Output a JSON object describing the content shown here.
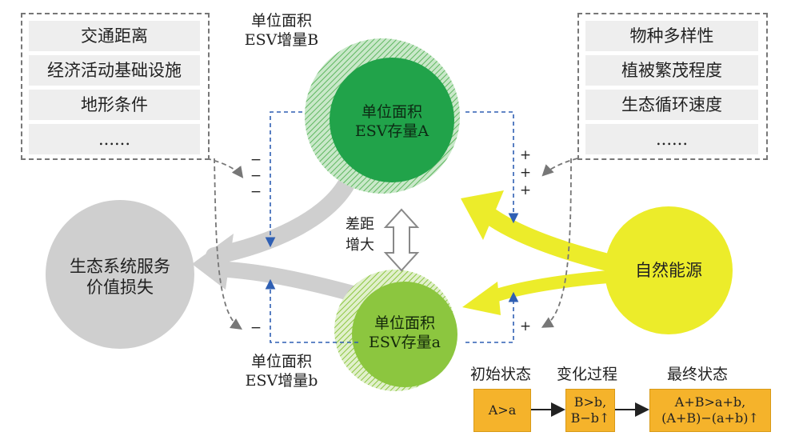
{
  "left_factors": [
    "交通距离",
    "经济活动基础设施",
    "地形条件",
    "......"
  ],
  "right_factors": [
    "物种多样性",
    "植被繁茂程度",
    "生态循环速度",
    "......"
  ],
  "circle_top": {
    "line1": "单位面积",
    "line2": "ESV存量A"
  },
  "circle_bottom": {
    "line1": "单位面积",
    "line2": "ESV存量a"
  },
  "increment_top": {
    "line1": "单位面积",
    "line2": "ESV增量B"
  },
  "increment_bottom": {
    "line1": "单位面积",
    "line2": "ESV增量b"
  },
  "gap": {
    "line1": "差距",
    "line2": "增大"
  },
  "loss": {
    "line1": "生态系统服务",
    "line2": "价值损失"
  },
  "energy": "自然能源",
  "signs": {
    "minus": "−",
    "plus": "+"
  },
  "states": {
    "initial_title": "初始状态",
    "change_title": "变化过程",
    "final_title": "最终状态",
    "initial": "A>a",
    "change_line1": "B>b,",
    "change_line2": "B−b↑",
    "final_line1": "A+B>a+b,",
    "final_line2": "(A+B)−(a+b)↑"
  },
  "colors": {
    "dark_green": "#21a34a",
    "light_green": "#8cc63f",
    "yellow": "#ecec2a",
    "gray": "#cfcfcf",
    "orange": "#f5b32b",
    "blue_dash": "#2f5fb3"
  }
}
